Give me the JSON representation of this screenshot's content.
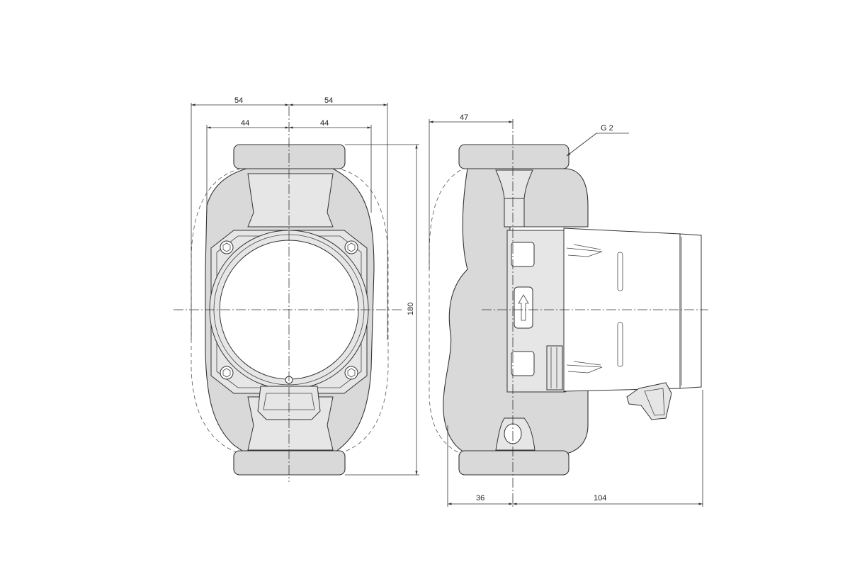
{
  "front_view": {
    "dim_outer_left": "54",
    "dim_outer_right": "54",
    "dim_inner_left": "44",
    "dim_inner_right": "44",
    "dim_height": "180"
  },
  "side_view": {
    "dim_top": "47",
    "thread_label": "G 2",
    "dim_bottom_left": "36",
    "dim_bottom_right": "104"
  },
  "colors": {
    "line": "#333333",
    "fill": "#d9d9d9"
  }
}
